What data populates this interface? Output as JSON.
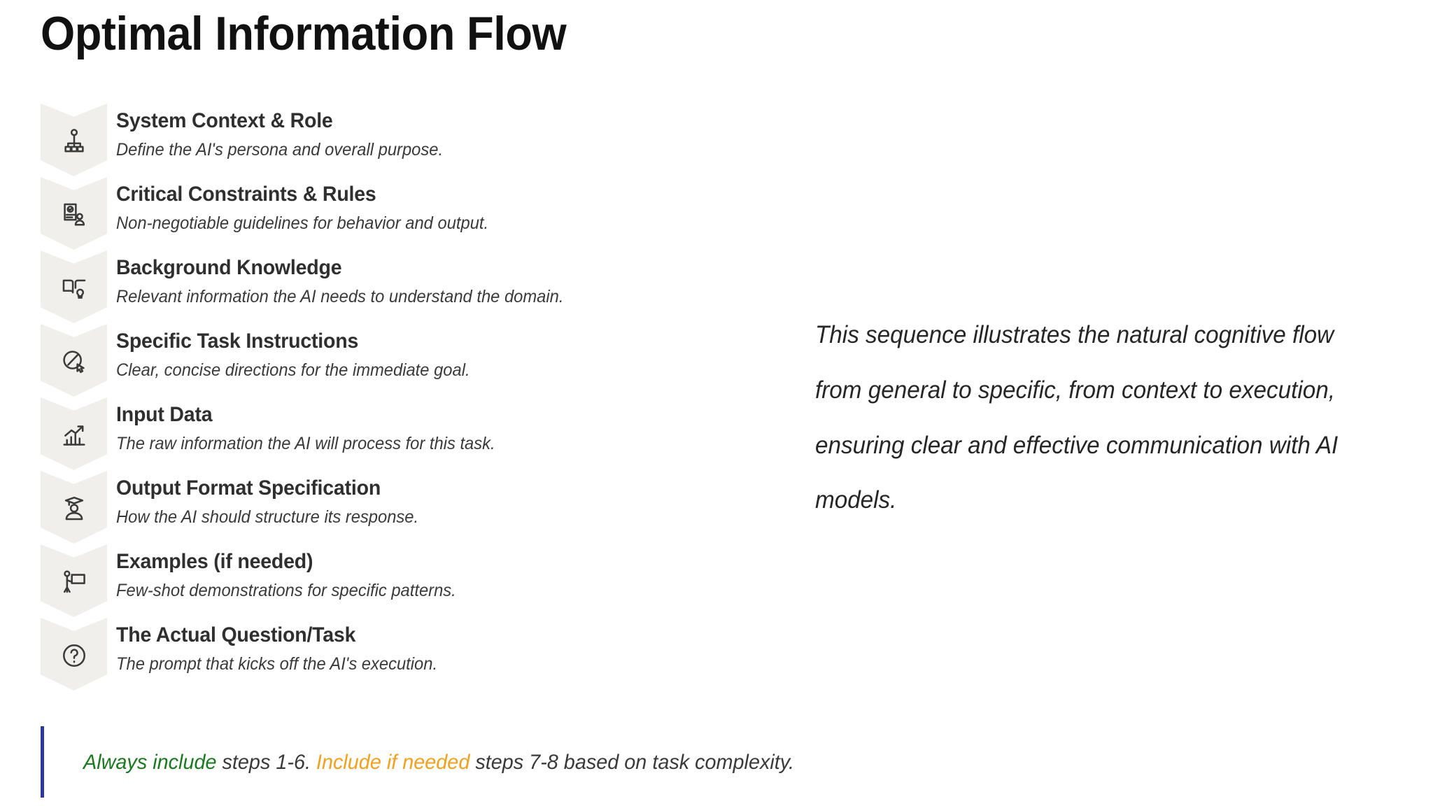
{
  "header": {
    "title": "Optimal Information Flow"
  },
  "steps": [
    {
      "icon": "org-chart-icon",
      "title": "System Context & Role",
      "desc": "Define the AI's persona and overall purpose."
    },
    {
      "icon": "rules-document-person-icon",
      "title": "Critical Constraints & Rules",
      "desc": "Non-negotiable guidelines for behavior and output."
    },
    {
      "icon": "open-book-lightbulb-icon",
      "title": "Background Knowledge",
      "desc": "Relevant information the AI needs to understand the domain."
    },
    {
      "icon": "target-cursor-icon",
      "title": "Specific Task Instructions",
      "desc": "Clear, concise directions for the immediate goal."
    },
    {
      "icon": "bar-chart-growth-icon",
      "title": "Input Data",
      "desc": "The raw information the AI will process for this task."
    },
    {
      "icon": "graduate-person-icon",
      "title": "Output Format Specification",
      "desc": "How the AI should structure its response."
    },
    {
      "icon": "presenter-whiteboard-icon",
      "title": "Examples (if needed)",
      "desc": "Few-shot demonstrations for specific patterns."
    },
    {
      "icon": "question-mark-circle-icon",
      "title": "The Actual Question/Task",
      "desc": "The prompt that kicks off the AI's execution."
    }
  ],
  "side_note": {
    "text": "This sequence illustrates the natural cognitive flow from general to specific, from context to execution, ensuring clear and effective communication with AI models."
  },
  "footer": {
    "always_label": "Always include",
    "always_rest": " steps 1-6. ",
    "optional_label": "Include if needed",
    "optional_rest": " steps 7-8 based on task complexity.",
    "accent_bar_color": "#2d39a0",
    "always_color": "#1a7a1e",
    "optional_color": "#f2a01e"
  },
  "theme": {
    "badge_color": "#f0efec",
    "title_color": "#111111",
    "text_color": "#3a3a3a"
  }
}
